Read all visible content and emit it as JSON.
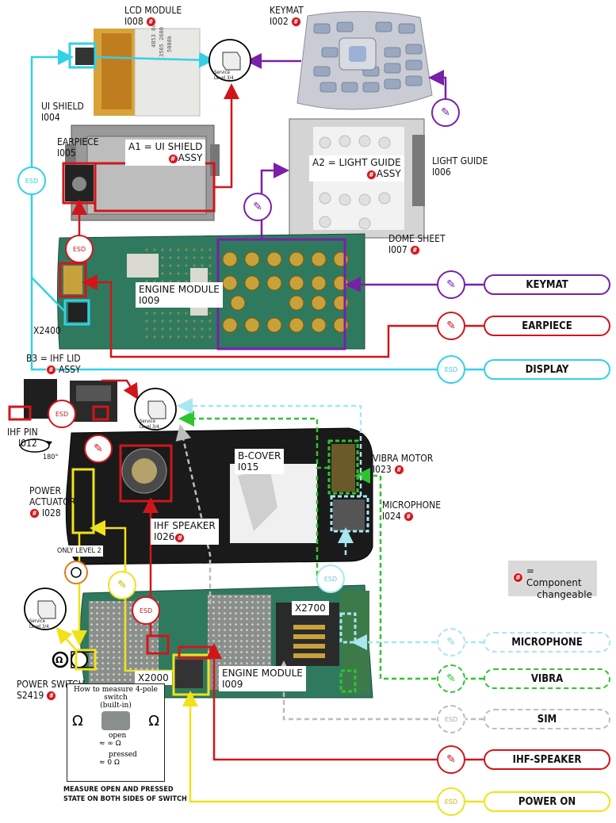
{
  "labels": {
    "lcd_module": {
      "name": "LCD MODULE",
      "code": "I008"
    },
    "keymat": {
      "name": "KEYMAT",
      "code": "I002"
    },
    "ui_shield": {
      "name": "UI SHIELD",
      "code": "I004"
    },
    "earpiece": {
      "name": "EARPIECE",
      "code": "I005"
    },
    "a1": {
      "name": "A1 = UI SHIELD",
      "suffix": "ASSY"
    },
    "a2": {
      "name": "A2 = LIGHT GUIDE",
      "suffix": "ASSY"
    },
    "light_guide": {
      "name": "LIGHT GUIDE",
      "code": "I006"
    },
    "dome_sheet": {
      "name": "DOME SHEET",
      "code": "I007"
    },
    "engine_top": {
      "name": "ENGINE MODULE",
      "code": "I009"
    },
    "x2400": "X2400",
    "b3": {
      "name": "B3 = IHF LID",
      "suffix": "ASSY"
    },
    "ihf_pin": {
      "name": "IHF PIN",
      "code": "I012"
    },
    "rotate": "180°",
    "b_cover": {
      "name": "B-COVER",
      "code": "I015"
    },
    "vibra_motor": {
      "name": "VIBRA MOTOR",
      "code": "I023"
    },
    "microphone": {
      "name": "MICROPHONE",
      "code": "I024"
    },
    "power_actuator": {
      "line1": "POWER",
      "line2": "ACTUATOR",
      "code": "I028"
    },
    "ihf_speaker": {
      "name": "IHF SPEAKER",
      "code": "I026"
    },
    "only_level2": "ONLY LEVEL 2",
    "x2700": "X2700",
    "x2000": "X2000",
    "engine_bottom": {
      "name": "ENGINE MODULE",
      "code": "I009"
    },
    "power_switch": {
      "name": "POWER SWITCH",
      "code": "S2419"
    },
    "hash_symbol": "#"
  },
  "service_level": {
    "line1": "Service",
    "line2": "Level 3/4"
  },
  "esd_text": "ESD",
  "component_note": {
    "line1": "= Component",
    "line2": "changeable"
  },
  "measure_box": {
    "title1": "How to measure 4-pole switch",
    "title2": "(built-in)",
    "ohm": "Ω",
    "open": "open",
    "open_value": "≈ ∞ Ω",
    "pressed": "pressed",
    "pressed_value": "≈ 0 Ω",
    "caption1": "MEASURE OPEN AND PRESSED",
    "caption2": "STATE ON BOTH SIDES OF SWITCH"
  },
  "test_buttons": [
    {
      "label": "KEYMAT",
      "color": "#7a1fa8",
      "dashed": false
    },
    {
      "label": "EARPIECE",
      "color": "#d0161b",
      "dashed": false
    },
    {
      "label": "DISPLAY",
      "color": "#33d0e6",
      "dashed": false
    },
    {
      "label": "MICROPHONE",
      "color": "#a8e6f0",
      "dashed": true
    },
    {
      "label": "VIBRA",
      "color": "#2ec42e",
      "dashed": true
    },
    {
      "label": "SIM",
      "color": "#bdbdbd",
      "dashed": true
    },
    {
      "label": "IHF-SPEAKER",
      "color": "#d0161b",
      "dashed": false
    },
    {
      "label": "POWER ON",
      "color": "#f0e21a",
      "dashed": false
    }
  ],
  "colors": {
    "keymat": "#7a1fa8",
    "earpiece": "#d0161b",
    "display": "#33d0e6",
    "microphone": "#a8e6f0",
    "vibra": "#2ec42e",
    "sim": "#bdbdbd",
    "power": "#f0e21a",
    "pcb": "#2f7a5e",
    "pad": "#c9a13a"
  }
}
